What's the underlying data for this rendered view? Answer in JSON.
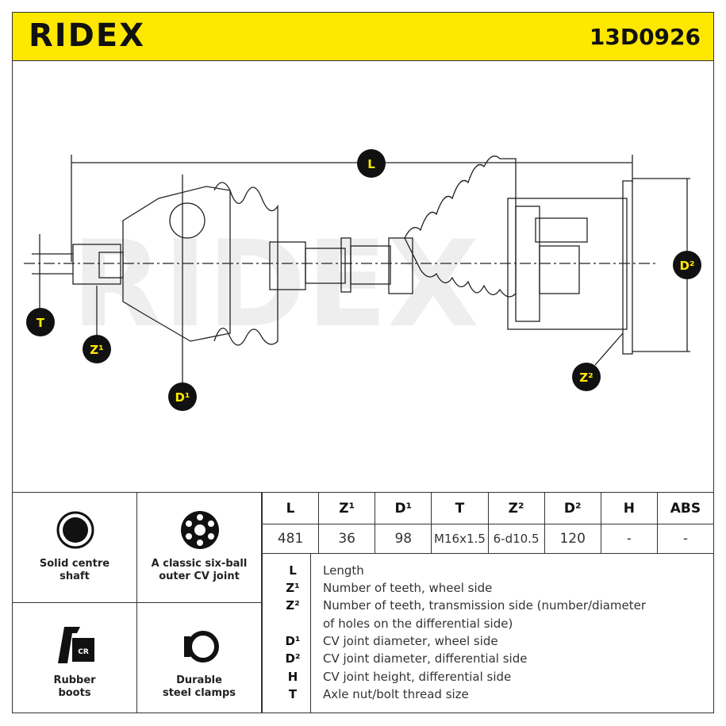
{
  "header": {
    "brand": "RIDEX",
    "part_number": "13D0926"
  },
  "diagram": {
    "labels": {
      "L": "L",
      "T": "T",
      "Z1": "Z¹",
      "D1": "D¹",
      "D2": "D²",
      "Z2": "Z²"
    },
    "watermark": "RIDEX"
  },
  "features": [
    {
      "icon": "solid-shaft-icon",
      "label_1": "Solid centre",
      "label_2": "shaft"
    },
    {
      "icon": "six-ball-joint-icon",
      "label_1": "A classic six-ball",
      "label_2": "outer CV joint"
    },
    {
      "icon": "rubber-boot-icon",
      "label_1": "Rubber",
      "label_2": "boots",
      "icon_text": "CR"
    },
    {
      "icon": "steel-clamp-icon",
      "label_1": "Durable",
      "label_2": "steel clamps"
    }
  ],
  "spec_table": {
    "headers": [
      "L",
      "Z¹",
      "D¹",
      "T",
      "Z²",
      "D²",
      "H",
      "ABS"
    ],
    "values": [
      "481",
      "36",
      "98",
      "M16x1.5",
      "6-d10.5",
      "120",
      "-",
      "-"
    ]
  },
  "legend": [
    {
      "key": "L",
      "text": "Length"
    },
    {
      "key": "Z¹",
      "text": "Number of teeth, wheel side"
    },
    {
      "key": "Z²",
      "text": "Number of teeth, transmission side (number/diameter"
    },
    {
      "key": "",
      "text": "of holes on the differential side)"
    },
    {
      "key": "D¹",
      "text": "CV joint diameter, wheel side"
    },
    {
      "key": "D²",
      "text": "CV joint diameter, differential side"
    },
    {
      "key": "H",
      "text": "CV joint height, differential side"
    },
    {
      "key": "T",
      "text": "Axle nut/bolt thread size"
    }
  ]
}
